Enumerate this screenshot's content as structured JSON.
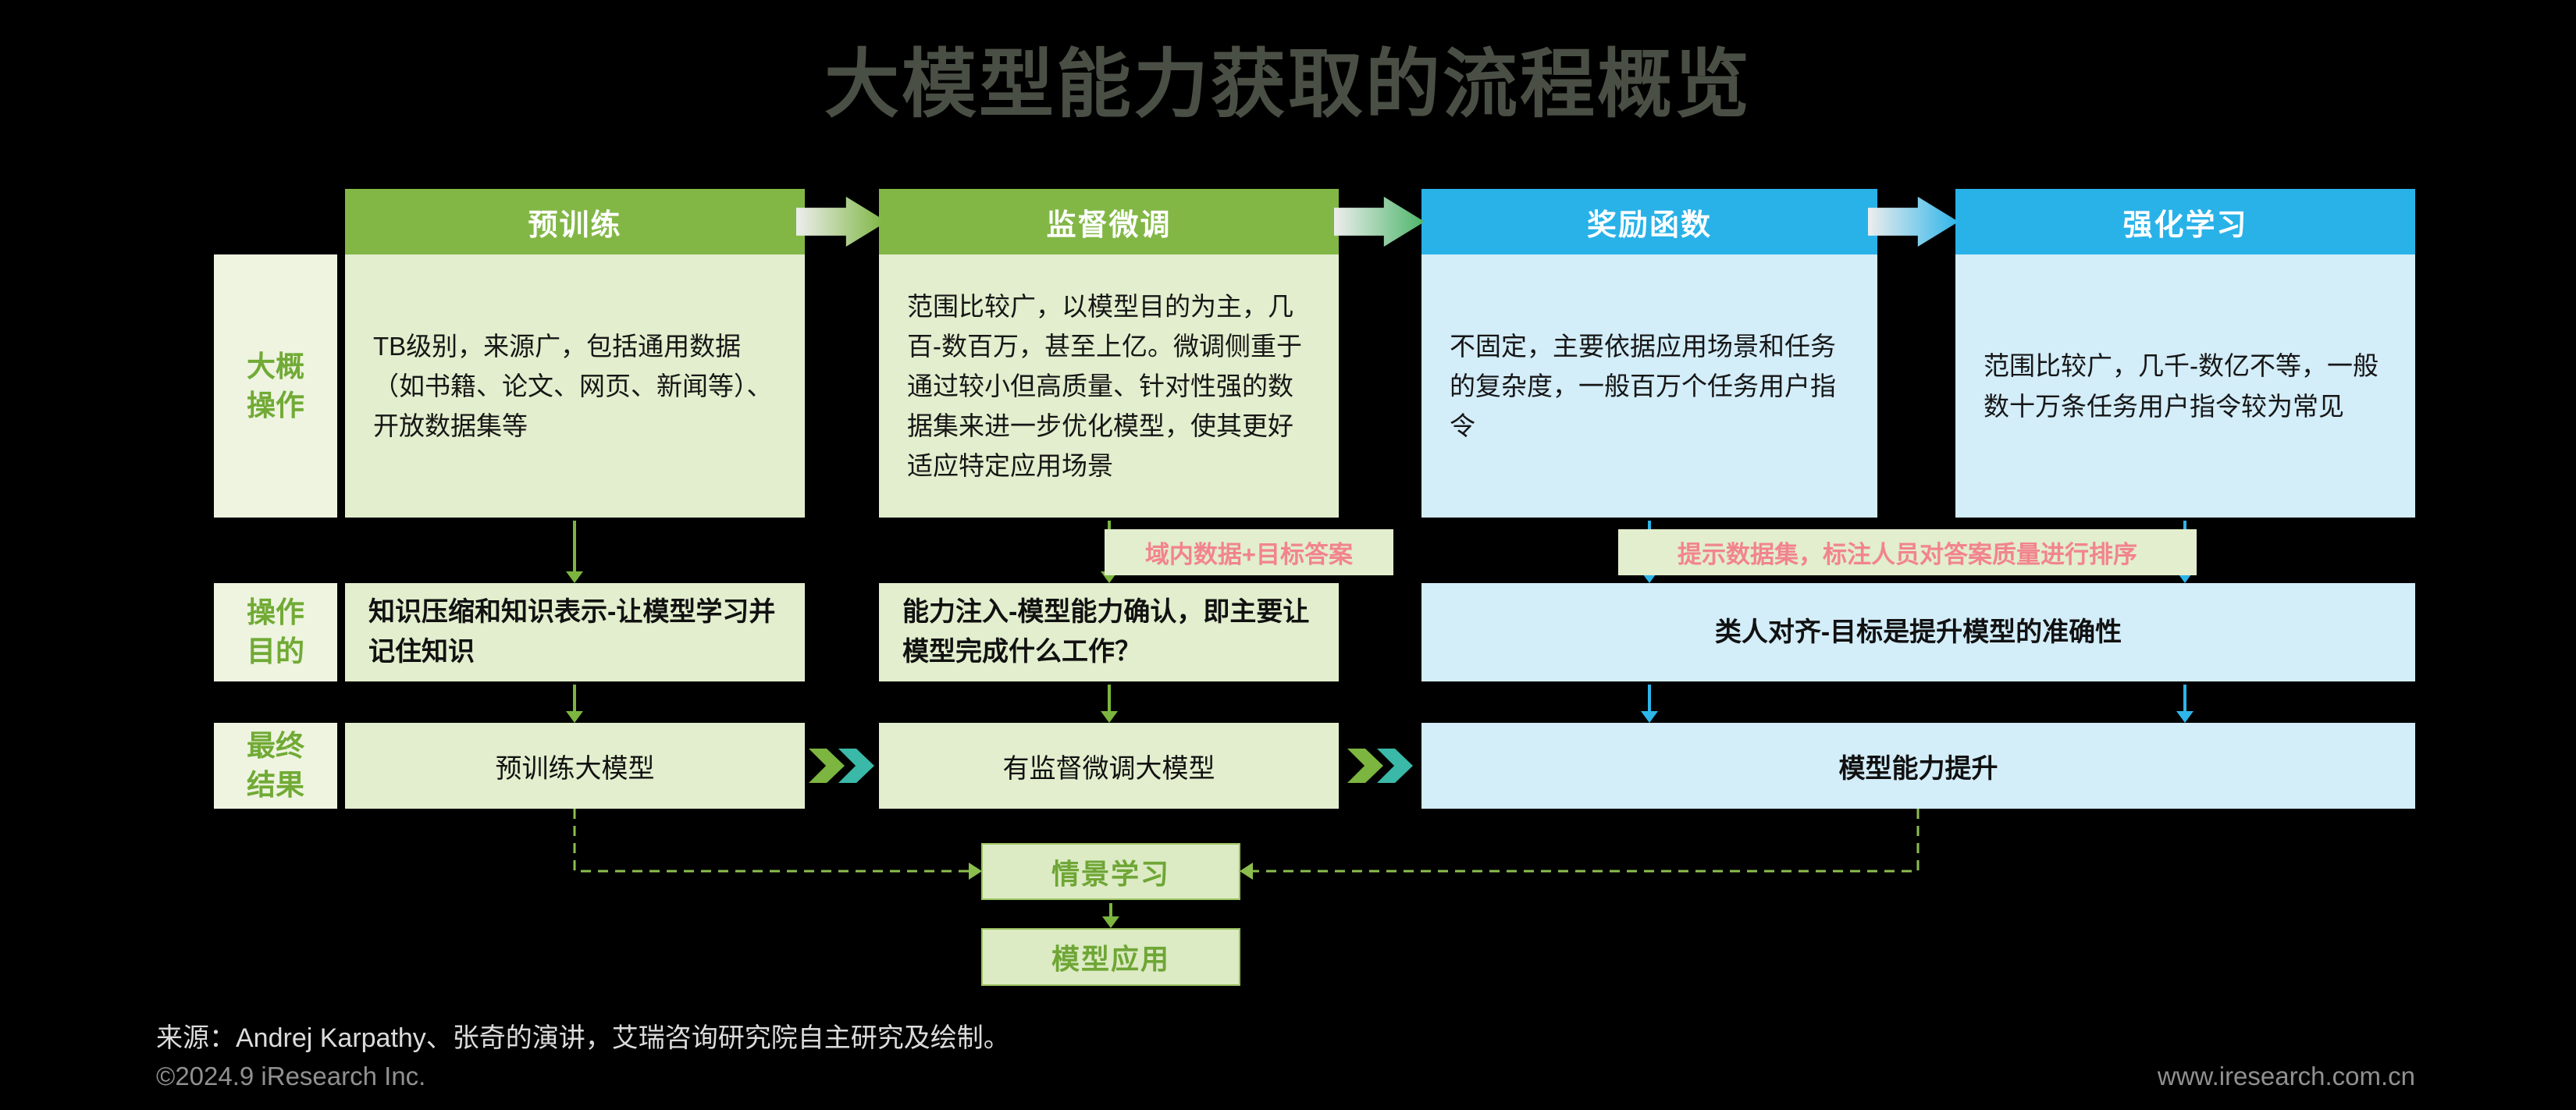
{
  "title": "大模型能力获取的流程概览",
  "row_labels": {
    "operation": "大概\n操作",
    "purpose": "操作\n目的",
    "result": "最终\n结果"
  },
  "columns": [
    {
      "header": "预训练",
      "body": "TB级别，来源广，包括通用数据（如书籍、论文、网页、新闻等）、开放数据集等",
      "purpose": "知识压缩和知识表示-让模型学习并记住知识",
      "result": "预训练大模型"
    },
    {
      "header": "监督微调",
      "body": "范围比较广，以模型目的为主，几百-数百万，甚至上亿。微调侧重于通过较小但高质量、针对性强的数据集来进一步优化模型，使其更好适应特定应用场景",
      "purpose": "能力注入-模型能力确认，即主要让模型完成什么工作？",
      "result": "有监督微调大模型"
    },
    {
      "header": "奖励函数",
      "body": "不固定，主要依据应用场景和任务的复杂度，一般百万个任务用户指令"
    },
    {
      "header": "强化学习",
      "body": "范围比较广，几千-数亿不等，一般数十万条任务用户指令较为常见"
    }
  ],
  "merged": {
    "purpose": "类人对齐-目标是提升模型的准确性",
    "result": "模型能力提升"
  },
  "annotations": {
    "sft_data": "域内数据+目标答案",
    "reward_data": "提示数据集，标注人员对答案质量进行排序"
  },
  "bottom": {
    "icl": "情景学习",
    "app": "模型应用"
  },
  "footer": {
    "source": "来源：Andrej Karpathy、张奇的演讲，艾瑞咨询研究院自主研究及绘制。",
    "copyright": "©2024.9 iResearch Inc.",
    "website": "www.iresearch.com.cn"
  },
  "colors": {
    "green_header": "#82b746",
    "green_light": "#e2eecd",
    "green_accent": "#7cb53f",
    "blue_header": "#29b2e8",
    "blue_light": "#d3edf9",
    "pink_note": "#f2848e",
    "title_gray": "#4a4f45",
    "background": "#000000"
  }
}
